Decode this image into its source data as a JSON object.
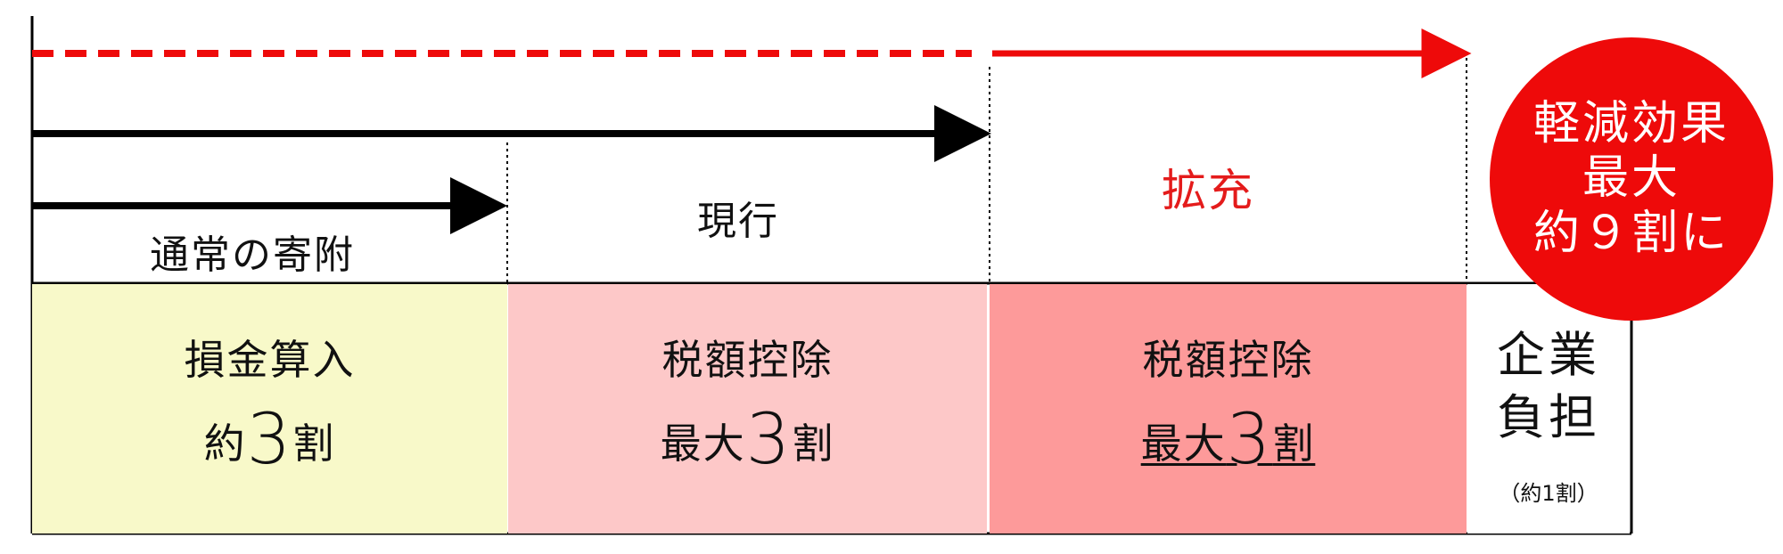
{
  "top_labels": {
    "normal": "通常の寄附",
    "current": "現行",
    "expansion": "拡充"
  },
  "segments": {
    "normal": {
      "line1": "損金算入",
      "line2_prefix": "約",
      "line2_number": "3",
      "line2_suffix": "割"
    },
    "current": {
      "line1": "税額控除",
      "line2_prefix": "最大",
      "line2_number": "3",
      "line2_suffix": "割"
    },
    "expansion": {
      "line1": "税額控除",
      "line2_prefix": "最大",
      "line2_number": "3",
      "line2_suffix": "割"
    },
    "company": {
      "line1": "企業",
      "line2": "負担",
      "note": "（約1割）"
    }
  },
  "badge": {
    "line1": "軽減効果",
    "line2": "最大",
    "line3": "約９割に"
  },
  "colors": {
    "normal_fill": "#f8f9c9",
    "current_fill": "#fdc8c8",
    "expansion_fill": "#fd9a9a",
    "accent_red": "#ee0a0a",
    "arrow_black": "#000000"
  }
}
